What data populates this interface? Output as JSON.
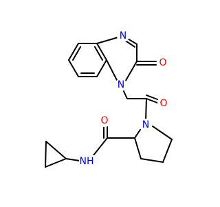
{
  "molecule": {
    "atoms": {
      "n_top": {
        "label": "N",
        "color": "#0000ff"
      },
      "n_ring": {
        "label": "N",
        "color": "#0000ff"
      },
      "o_ring": {
        "label": "O",
        "color": "#ff0000"
      },
      "o_acyl": {
        "label": "O",
        "color": "#ff0000"
      },
      "n_pyrrolidine": {
        "label": "N",
        "color": "#0000ff"
      },
      "o_amide": {
        "label": "O",
        "color": "#ff0000"
      },
      "nh_amide": {
        "label": "NH",
        "color": "#0000ff"
      }
    },
    "bond_color": "#000000"
  }
}
